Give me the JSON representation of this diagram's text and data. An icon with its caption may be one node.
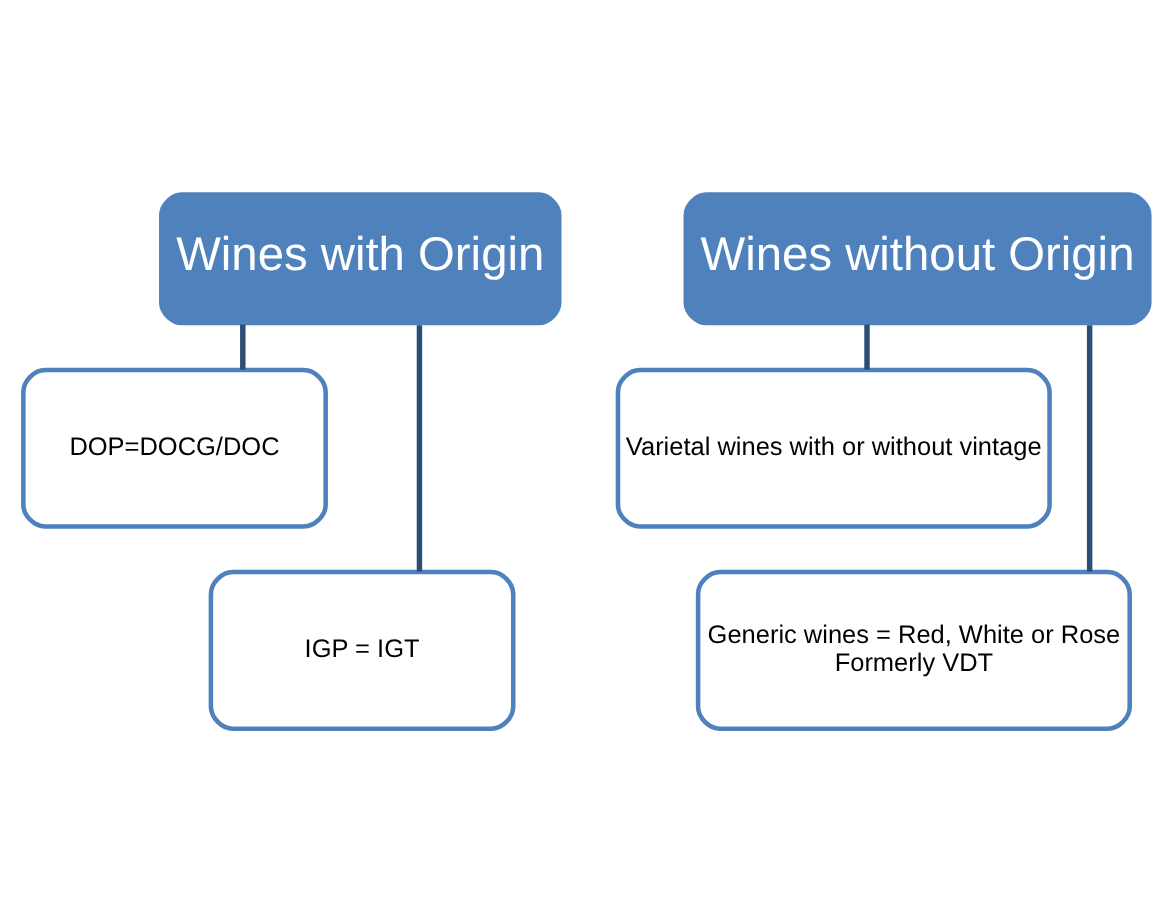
{
  "diagram": {
    "nodes": [
      {
        "text": [
          "Wines with Origin"
        ]
      },
      {
        "text": [
          "DOP=DOCG/DOC"
        ]
      },
      {
        "text": [
          "IGP = IGT"
        ]
      },
      {
        "text": [
          "Wines without Origin"
        ]
      },
      {
        "text": [
          "Varietal wines with or without vintage"
        ]
      },
      {
        "text": [
          "Generic wines = Red, White or Rose",
          "Formerly VDT"
        ]
      }
    ],
    "edges": [
      {
        "from": 0,
        "to": 1,
        "arrow": "none"
      },
      {
        "from": 0,
        "to": 2,
        "arrow": "none"
      },
      {
        "from": 3,
        "to": 4,
        "arrow": "none"
      },
      {
        "from": 3,
        "to": 5,
        "arrow": "none"
      }
    ]
  }
}
